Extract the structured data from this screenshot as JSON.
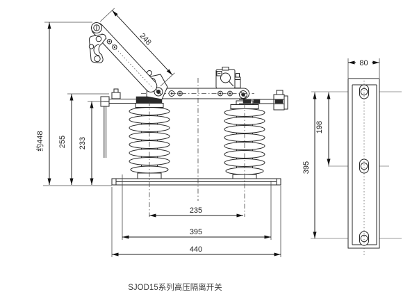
{
  "caption": "SJOD15系列高压隔离开关",
  "front_view": {
    "dims": {
      "overall_height": "约448",
      "contact_height": "255",
      "terminal_height": "233",
      "arm_length": "248",
      "pole_spacing": "235",
      "mount_hole_spacing": "395",
      "base_width": "440"
    }
  },
  "side_view": {
    "dims": {
      "channel_width": "80",
      "slot_spacing_top": "198",
      "slot_spacing_total": "395"
    }
  },
  "colors": {
    "line": "#262626",
    "reference_line": "#9b9b9b",
    "text": "#1f1f1f",
    "background": "#ffffff"
  }
}
